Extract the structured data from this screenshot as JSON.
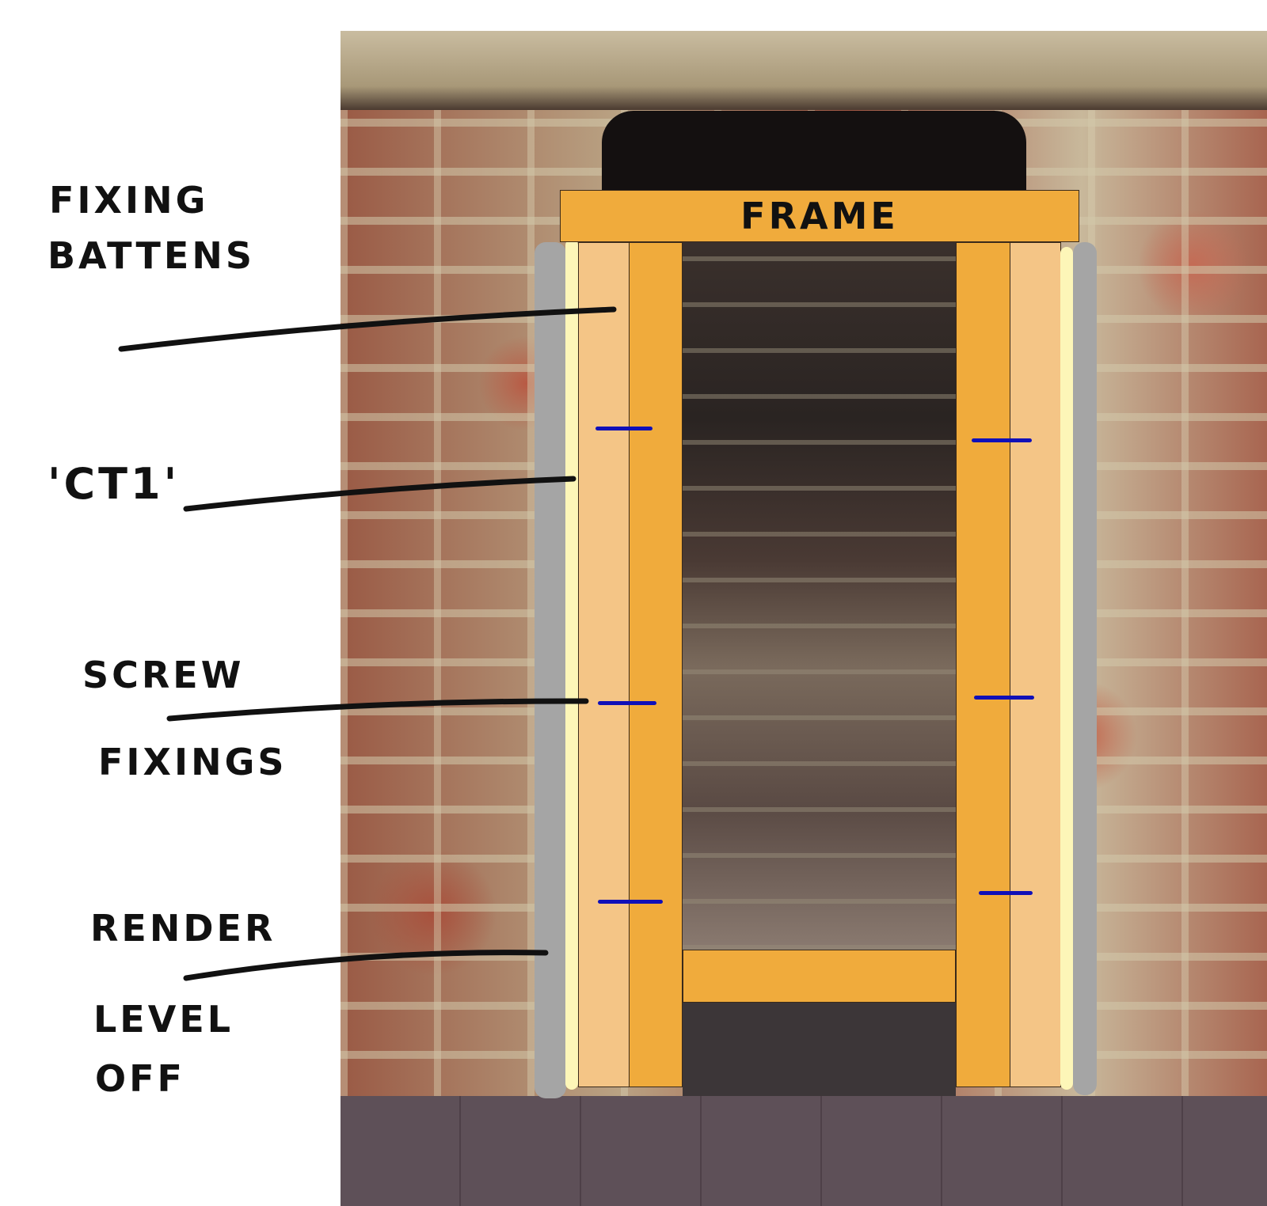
{
  "labels": {
    "fixing_battens": [
      "FIXING",
      "BATTENS"
    ],
    "ct1": "'CT1'",
    "screw_fixings": [
      "SCREW",
      "FIXINGS"
    ],
    "render": [
      "RENDER",
      "LEVEL",
      "OFF"
    ],
    "frame": "FRAME"
  },
  "colors": {
    "frame": "#f0ab3c",
    "batten": "#f4c586",
    "ct1": "#fdf6b8",
    "render": "#a5a5a5",
    "screw": "#1010b8"
  }
}
